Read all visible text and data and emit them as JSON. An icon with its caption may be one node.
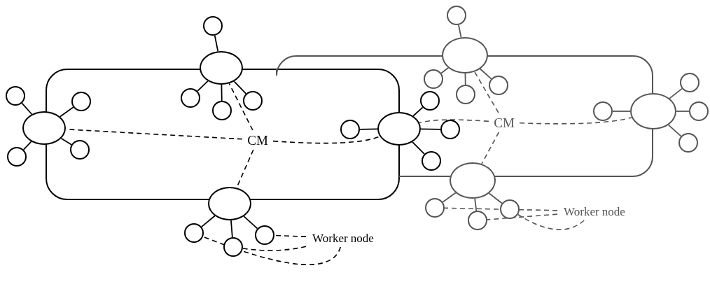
{
  "diagram": {
    "nodes": [
      {
        "text": [],
        "shape": "ellipse"
      },
      {
        "text": [],
        "shape": "ellipse"
      },
      {
        "text": [],
        "shape": "ellipse"
      },
      {
        "text": [],
        "shape": "ellipse"
      },
      {
        "text": [],
        "shape": "ellipse"
      },
      {
        "text": [],
        "shape": "ellipse"
      },
      {
        "text": [],
        "shape": "ellipse"
      },
      {
        "text": [],
        "shape": "circle"
      },
      {
        "text": [],
        "shape": "circle"
      },
      {
        "text": [],
        "shape": "circle"
      },
      {
        "text": [],
        "shape": "circle"
      },
      {
        "text": [],
        "shape": "circle"
      },
      {
        "text": [],
        "shape": "circle"
      },
      {
        "text": [],
        "shape": "circle"
      },
      {
        "text": [],
        "shape": "circle"
      },
      {
        "text": [],
        "shape": "circle"
      },
      {
        "text": [],
        "shape": "circle"
      },
      {
        "text": [],
        "shape": "circle"
      },
      {
        "text": [],
        "shape": "circle"
      },
      {
        "text": [],
        "shape": "circle"
      },
      {
        "text": [],
        "shape": "circle"
      },
      {
        "text": [],
        "shape": "circle"
      },
      {
        "text": [],
        "shape": "circle"
      },
      {
        "text": [],
        "shape": "circle"
      },
      {
        "text": [],
        "shape": "circle"
      },
      {
        "text": [],
        "shape": "circle"
      },
      {
        "text": [],
        "shape": "circle"
      },
      {
        "text": [],
        "shape": "circle"
      },
      {
        "text": [],
        "shape": "circle"
      },
      {
        "text": [],
        "shape": "circle"
      },
      {
        "text": [],
        "shape": "circle"
      },
      {
        "text": [],
        "shape": "circle"
      },
      {
        "text": [],
        "shape": "circle"
      },
      {
        "text": [
          "CM"
        ]
      },
      {
        "text": [
          "CM"
        ]
      },
      {
        "text": [
          "Worker node"
        ]
      },
      {
        "text": [
          "Worker node"
        ]
      }
    ],
    "edges": [
      {
        "from": 0,
        "to": 7,
        "arrow": "none"
      },
      {
        "from": 0,
        "to": 8,
        "arrow": "none"
      },
      {
        "from": 0,
        "to": 9,
        "arrow": "none"
      },
      {
        "from": 0,
        "to": 10,
        "arrow": "none"
      },
      {
        "from": 1,
        "to": 11,
        "arrow": "none"
      },
      {
        "from": 1,
        "to": 12,
        "arrow": "none"
      },
      {
        "from": 1,
        "to": 13,
        "arrow": "none"
      },
      {
        "from": 1,
        "to": 14,
        "arrow": "none"
      },
      {
        "from": 2,
        "to": 15,
        "arrow": "none"
      },
      {
        "from": 2,
        "to": 16,
        "arrow": "none"
      },
      {
        "from": 2,
        "to": 17,
        "arrow": "none"
      },
      {
        "from": 2,
        "to": 18,
        "arrow": "none"
      },
      {
        "from": 3,
        "to": 19,
        "arrow": "none"
      },
      {
        "from": 3,
        "to": 20,
        "arrow": "none"
      },
      {
        "from": 3,
        "to": 21,
        "arrow": "none"
      },
      {
        "from": 4,
        "to": 22,
        "arrow": "none",
        "color": "#555555"
      },
      {
        "from": 4,
        "to": 23,
        "arrow": "none",
        "color": "#555555"
      },
      {
        "from": 4,
        "to": 24,
        "arrow": "none",
        "color": "#555555"
      },
      {
        "from": 4,
        "to": 25,
        "arrow": "none",
        "color": "#555555"
      },
      {
        "from": 5,
        "to": 26,
        "arrow": "none",
        "color": "#555555"
      },
      {
        "from": 5,
        "to": 27,
        "arrow": "none",
        "color": "#555555"
      },
      {
        "from": 5,
        "to": 28,
        "arrow": "none",
        "color": "#555555"
      },
      {
        "from": 5,
        "to": 29,
        "arrow": "none",
        "color": "#555555"
      },
      {
        "from": 6,
        "to": 30,
        "arrow": "none",
        "color": "#555555"
      },
      {
        "from": 6,
        "to": 31,
        "arrow": "none",
        "color": "#555555"
      },
      {
        "from": 6,
        "to": 32,
        "arrow": "none",
        "color": "#555555"
      },
      {
        "from": 33,
        "to": 0,
        "arrow": "none",
        "style": "dashed"
      },
      {
        "from": 33,
        "to": 1,
        "arrow": "none",
        "style": "dashed"
      },
      {
        "from": 33,
        "to": 2,
        "arrow": "none",
        "style": "dashed"
      },
      {
        "from": 33,
        "to": 3,
        "arrow": "none",
        "style": "dashed"
      },
      {
        "from": 34,
        "to": 2,
        "arrow": "none",
        "style": "dashed",
        "color": "#555555"
      },
      {
        "from": 34,
        "to": 4,
        "arrow": "none",
        "style": "dashed",
        "color": "#555555"
      },
      {
        "from": 34,
        "to": 5,
        "arrow": "none",
        "style": "dashed",
        "color": "#555555"
      },
      {
        "from": 34,
        "to": 6,
        "arrow": "none",
        "style": "dashed",
        "color": "#555555"
      },
      {
        "from": 35,
        "to": 19,
        "arrow": "none",
        "style": "dashed"
      },
      {
        "from": 35,
        "to": 20,
        "arrow": "none",
        "style": "dashed"
      },
      {
        "from": 35,
        "to": 21,
        "arrow": "none",
        "style": "dashed"
      },
      {
        "from": 36,
        "to": 30,
        "arrow": "none",
        "style": "dashed",
        "color": "#555555"
      },
      {
        "from": 36,
        "to": 31,
        "arrow": "none",
        "style": "dashed",
        "color": "#555555"
      },
      {
        "from": 36,
        "to": 32,
        "arrow": "none",
        "style": "dashed",
        "color": "#555555"
      }
    ]
  }
}
